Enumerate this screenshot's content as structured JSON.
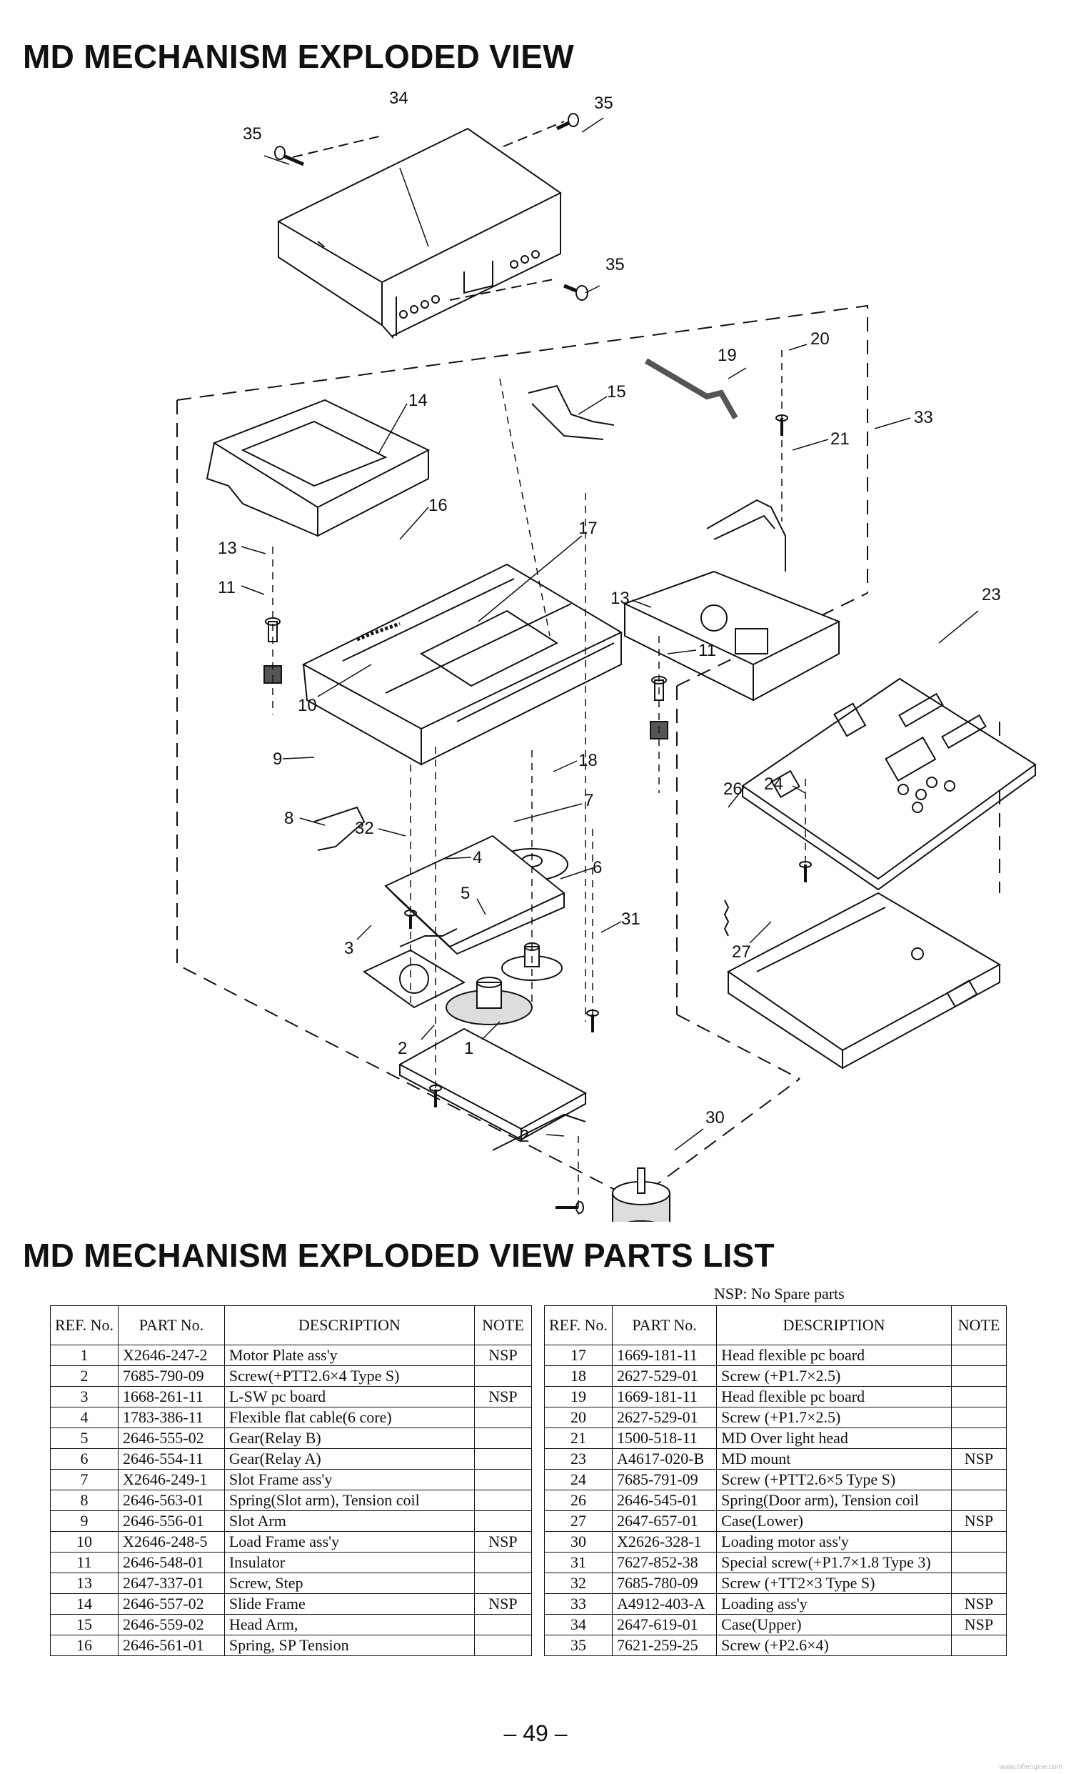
{
  "title": "MD MECHANISM EXPLODED VIEW",
  "parts_title": "MD MECHANISM EXPLODED VIEW PARTS LIST",
  "nsp_note": "NSP: No Spare parts",
  "page_number": "– 49 –",
  "watermark": "www.hifiengine.com",
  "callouts": [
    "34",
    "35",
    "35",
    "35",
    "19",
    "20",
    "33",
    "15",
    "14",
    "21",
    "16",
    "17",
    "13",
    "11",
    "13",
    "11",
    "23",
    "10",
    "9",
    "18",
    "26",
    "24",
    "8",
    "7",
    "32",
    "4",
    "6",
    "5",
    "31",
    "3",
    "27",
    "2",
    "1",
    "30",
    "2"
  ],
  "table": {
    "headers": {
      "ref": "REF. No.",
      "part": "PART No.",
      "desc": "DESCRIPTION",
      "note": "NOTE"
    },
    "left": [
      {
        "ref": "1",
        "part": "X2646-247-2",
        "desc": "Motor Plate ass'y",
        "note": "NSP"
      },
      {
        "ref": "2",
        "part": "7685-790-09",
        "desc": "Screw(+PTT2.6×4 Type S)",
        "note": ""
      },
      {
        "ref": "3",
        "part": "1668-261-11",
        "desc": "L-SW pc board",
        "note": "NSP"
      },
      {
        "ref": "4",
        "part": "1783-386-11",
        "desc": "Flexible flat cable(6 core)",
        "note": ""
      },
      {
        "ref": "5",
        "part": "2646-555-02",
        "desc": "Gear(Relay B)",
        "note": ""
      },
      {
        "ref": "6",
        "part": "2646-554-11",
        "desc": "Gear(Relay A)",
        "note": ""
      },
      {
        "ref": "7",
        "part": "X2646-249-1",
        "desc": "Slot Frame ass'y",
        "note": ""
      },
      {
        "ref": "8",
        "part": "2646-563-01",
        "desc": "Spring(Slot arm), Tension coil",
        "note": ""
      },
      {
        "ref": "9",
        "part": "2646-556-01",
        "desc": "Slot Arm",
        "note": ""
      },
      {
        "ref": "10",
        "part": "X2646-248-5",
        "desc": "Load Frame ass'y",
        "note": "NSP"
      },
      {
        "ref": "11",
        "part": "2646-548-01",
        "desc": "Insulator",
        "note": ""
      },
      {
        "ref": "13",
        "part": "2647-337-01",
        "desc": "Screw, Step",
        "note": ""
      },
      {
        "ref": "14",
        "part": "2646-557-02",
        "desc": "Slide Frame",
        "note": "NSP"
      },
      {
        "ref": "15",
        "part": "2646-559-02",
        "desc": "Head Arm,",
        "note": ""
      },
      {
        "ref": "16",
        "part": "2646-561-01",
        "desc": "Spring, SP Tension",
        "note": ""
      }
    ],
    "right": [
      {
        "ref": "17",
        "part": "1669-181-11",
        "desc": "Head flexible pc board",
        "note": ""
      },
      {
        "ref": "18",
        "part": "2627-529-01",
        "desc": "Screw (+P1.7×2.5)",
        "note": ""
      },
      {
        "ref": "19",
        "part": "1669-181-11",
        "desc": "Head flexible pc board",
        "note": ""
      },
      {
        "ref": "20",
        "part": "2627-529-01",
        "desc": "Screw (+P1.7×2.5)",
        "note": ""
      },
      {
        "ref": "21",
        "part": "1500-518-11",
        "desc": "MD Over light head",
        "note": ""
      },
      {
        "ref": "23",
        "part": "A4617-020-B",
        "desc": "MD mount",
        "note": "NSP"
      },
      {
        "ref": "24",
        "part": "7685-791-09",
        "desc": "Screw (+PTT2.6×5 Type S)",
        "note": ""
      },
      {
        "ref": "26",
        "part": "2646-545-01",
        "desc": "Spring(Door arm), Tension coil",
        "note": ""
      },
      {
        "ref": "27",
        "part": "2647-657-01",
        "desc": "Case(Lower)",
        "note": "NSP"
      },
      {
        "ref": "30",
        "part": "X2626-328-1",
        "desc": "Loading motor ass'y",
        "note": ""
      },
      {
        "ref": "31",
        "part": "7627-852-38",
        "desc": "Special screw(+P1.7×1.8 Type 3)",
        "note": ""
      },
      {
        "ref": "32",
        "part": "7685-780-09",
        "desc": "Screw (+TT2×3 Type S)",
        "note": ""
      },
      {
        "ref": "33",
        "part": "A4912-403-A",
        "desc": "Loading ass'y",
        "note": "NSP"
      },
      {
        "ref": "34",
        "part": "2647-619-01",
        "desc": "Case(Upper)",
        "note": "NSP"
      },
      {
        "ref": "35",
        "part": "7621-259-25",
        "desc": "Screw (+P2.6×4)",
        "note": ""
      }
    ]
  }
}
